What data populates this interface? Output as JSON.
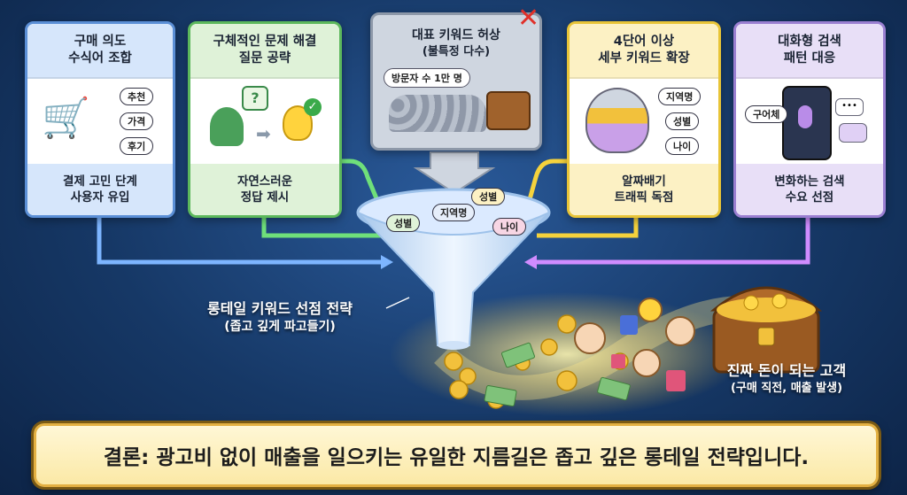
{
  "cards": [
    {
      "title1": "구매 의도",
      "title2": "수식어 조합",
      "tags": [
        "추천",
        "가격",
        "후기"
      ],
      "foot1": "결제 고민 단계",
      "foot2": "사용자 유입",
      "border": "#5b8fd6",
      "head_bg": "#d6e6fb"
    },
    {
      "title1": "구체적인 문제 해결",
      "title2": "질문 공략",
      "foot1": "자연스러운",
      "foot2": "정답 제시",
      "border": "#5cb85c",
      "head_bg": "#dff2d8"
    },
    {
      "title1": "4단어 이상",
      "title2": "세부 키워드 확장",
      "tags": [
        "지역명",
        "성별",
        "나이"
      ],
      "foot1": "알짜배기",
      "foot2": "트래픽 독점",
      "border": "#e8c437",
      "head_bg": "#fcf1c4"
    },
    {
      "title1": "대화형 검색",
      "title2": "패턴 대응",
      "tags": [
        "구어체"
      ],
      "foot1": "변화하는 검색",
      "foot2": "수요 선점",
      "border": "#9a7fd1",
      "head_bg": "#e8dff7"
    }
  ],
  "center": {
    "title1": "대표 키워드 허상",
    "title2": "(불특정 다수)",
    "visitors": "방문자 수 1만 명"
  },
  "funnel_tags": [
    "성별",
    "지역명",
    "성별",
    "나이"
  ],
  "strategy": {
    "line1": "롱테일 키워드 선점 전략",
    "line2": "(좁고 깊게 파고들기)"
  },
  "customer": {
    "line1": "진짜 돈이 되는 고객",
    "line2": "(구매 직전, 매출 발생)"
  },
  "conclusion": "결론: 광고비 없이 매출을 일으키는 유일한 지름길은 좁고 깊은 롱테일 전략입니다.",
  "colors": {
    "blue": "#5b8fd6",
    "green": "#5cb85c",
    "yellow": "#e8c437",
    "purple": "#9a7fd1",
    "gold": "#f2c13c"
  }
}
